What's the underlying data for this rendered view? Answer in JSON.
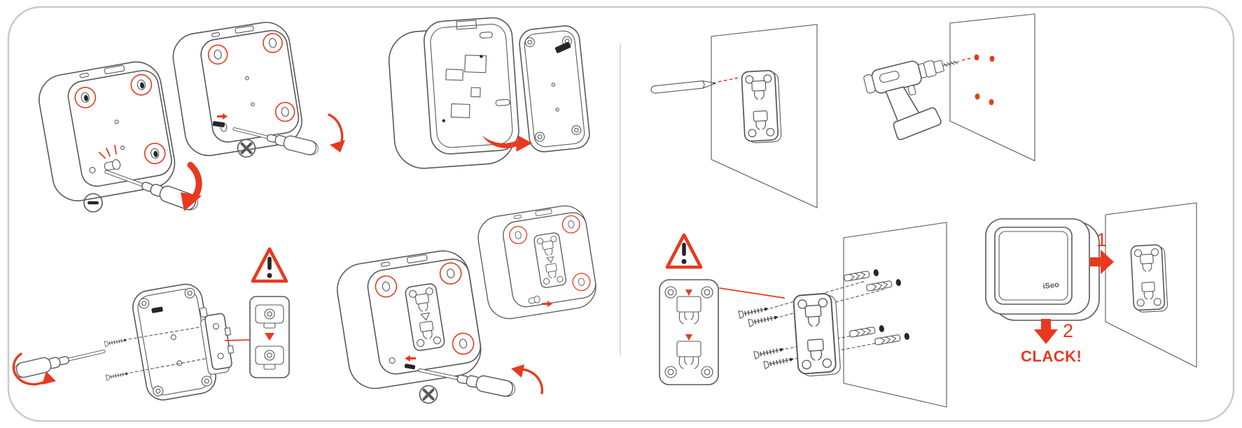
{
  "diagram": {
    "title": "wall-mount-installation-instructions",
    "colors": {
      "accent": "#e8391f",
      "line": "#57585a",
      "frame_border": "#c9cacb",
      "divider": "#d6d7d8",
      "dark": "#26262a"
    },
    "labels": {
      "hang_step_1": "1",
      "hang_step_2": "2",
      "hang_sound": "CLACK!",
      "device_logo": "iSeo"
    },
    "steps": [
      "pry-open-back-cover-with-flat-screwdriver",
      "unscrew-back-cover-with-phillips-screwdriver",
      "remove-back-cover",
      "screw-adapter-plate-to-cover-arrow-down",
      "reattach-cover-with-bracket",
      "mark-holes-with-pencil",
      "drill-holes",
      "screw-bracket-to-wall-with-anchors",
      "hang-device-on-bracket"
    ]
  }
}
